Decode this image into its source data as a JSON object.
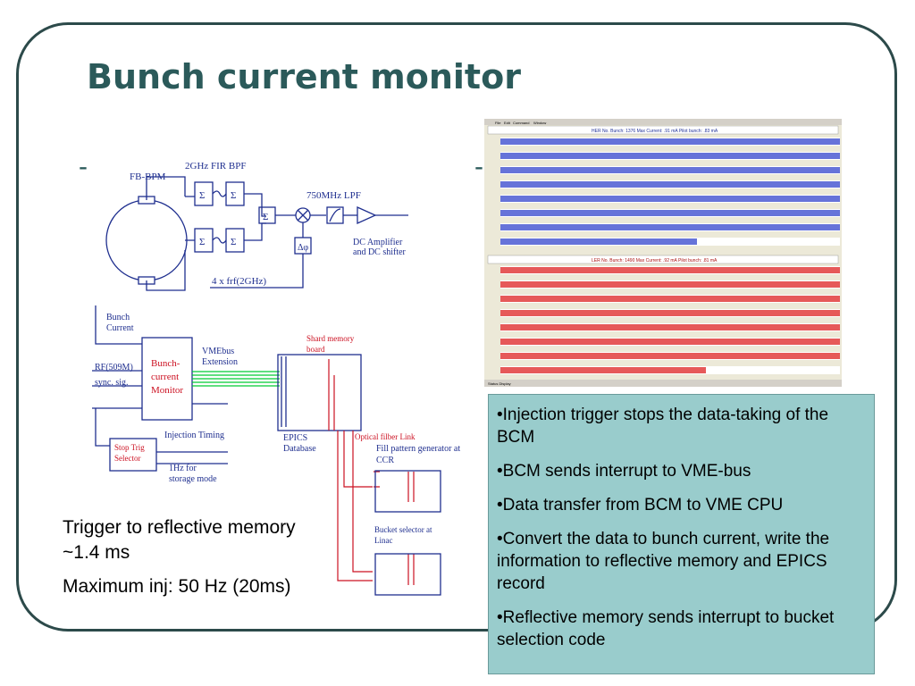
{
  "title": "Bunch current monitor",
  "bullet_dash_left": "-",
  "bullet_dash_right": "-",
  "diagram": {
    "fb_bpm": "FB-BPM",
    "fir_bpf": "2GHz FIR BPF",
    "lpf": "750MHz LPF",
    "dc_amp_line1": "DC Amplifier",
    "dc_amp_line2": "and DC shifter",
    "sigma": "Σ",
    "delta_phi": "Δφ",
    "freq": "4 x frf(2GHz)",
    "bunch_current_1": "Bunch",
    "bunch_current_2": "Current",
    "rf": "RF(509M)",
    "sync": "sync. sig.",
    "bcm_1": "Bunch-",
    "bcm_2": "current",
    "bcm_3": "Monitor",
    "vme_1": "VMEbus",
    "vme_2": "Extension",
    "shm_1": "Shard memory",
    "shm_2": "board",
    "inj_timing": "Injection Timing",
    "stop_1": "Stop Trig",
    "stop_2": "Selector",
    "hz_1": "1Hz for",
    "hz_2": "storage mode",
    "epics_1": "EPICS",
    "epics_2": "Database",
    "optical": "Optical filber Link",
    "fill_1": "Fill pattern generator at",
    "fill_2": "CCR",
    "bucket_1": "Bucket selector at",
    "bucket_2": "Linac"
  },
  "screenshot": {
    "menu": [
      "File",
      "Edit",
      "Command",
      "Window"
    ],
    "her_header": "HER   No. Bunch: 1376  Max Current:    .91 mA  Pilot bunch:   .83 mA",
    "ler_header": "LER   No. Bunch: 1490  Max Current:    .92 mA  Pilot bunch:   .81 mA",
    "status": "Status Display",
    "her_color": "#3344cc",
    "ler_color": "#dd2222"
  },
  "notes": {
    "line1": "Trigger to reflective memory",
    "line2": "~1.4 ms",
    "line3": "Maximum inj: 50 Hz (20ms)"
  },
  "bullets": [
    "•Injection trigger stops the data-taking of the BCM",
    "•BCM sends interrupt to VME-bus",
    "•Data transfer from BCM to VME CPU",
    "•Convert the data to bunch current, write the information to reflective memory and EPICS record",
    "•Reflective memory sends interrupt to bucket selection code"
  ],
  "colors": {
    "title": "#2b5a5a",
    "box": "#99cccc",
    "diagram_ink": "#1f2f8f",
    "optical_link": "#cc1122"
  }
}
